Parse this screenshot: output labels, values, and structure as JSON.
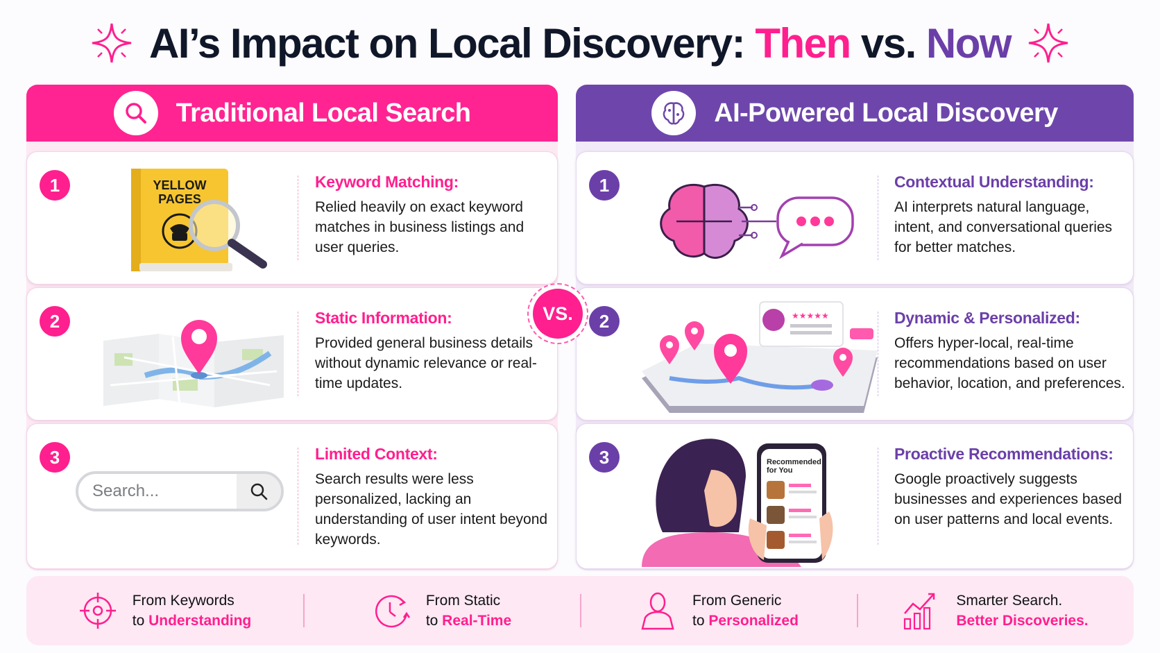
{
  "header": {
    "title_main": "AI’s Impact on Local Discovery: ",
    "title_then": "Then",
    "title_vs": " vs. ",
    "title_now": "Now",
    "icons": [
      "sparkle-icon",
      "sparkle-icon"
    ]
  },
  "colors": {
    "pink": "#ff1f8e",
    "purple": "#6b3fa8",
    "navy": "#0f1729",
    "left_panel_bg": "#fde9f3",
    "right_panel_bg": "#f1eaf8",
    "bottom_bar_bg": "#fde8f4"
  },
  "left": {
    "header": "Traditional Local Search",
    "header_icon": "search-icon",
    "items": [
      {
        "number": "1",
        "illustration": "yellow-pages-book-with-magnifier",
        "book_label_line1": "YELLOW",
        "book_label_line2": "PAGES",
        "title": "Keyword Matching:",
        "desc": "Relied heavily on exact keyword matches in business listings and user queries."
      },
      {
        "number": "2",
        "illustration": "folded-map-with-pin",
        "title": "Static Information:",
        "desc": "Provided general business details without dynamic relevance or real-time updates."
      },
      {
        "number": "3",
        "illustration": "search-bar",
        "search_placeholder": "Search...",
        "title": "Limited Context:",
        "desc": "Search results were less personalized, lacking an understanding of user intent beyond keywords."
      }
    ]
  },
  "vs_label": "VS.",
  "right": {
    "header": "AI-Powered Local Discovery",
    "header_icon": "brain-icon",
    "items": [
      {
        "number": "1",
        "illustration": "brain-with-chat-bubble",
        "title": "Contextual Understanding:",
        "desc": "AI interprets natural language, intent, and conversational queries for better matches."
      },
      {
        "number": "2",
        "illustration": "3d-map-with-pins-and-review-card",
        "title": "Dynamic & Personalized:",
        "desc": "Offers hyper-local, real-time recommendations based on user behavior, location, and preferences."
      },
      {
        "number": "3",
        "illustration": "woman-holding-phone",
        "phone_heading_line1": "Recommended",
        "phone_heading_line2": "for You",
        "title": "Proactive Recommendations:",
        "desc": "Google proactively suggests businesses and experiences based on user patterns and local events."
      }
    ]
  },
  "bottom_bar": [
    {
      "icon": "target-icon",
      "line1": "From Keywords",
      "prefix": "to ",
      "highlight": "Understanding"
    },
    {
      "icon": "clock-refresh-icon",
      "line1": "From Static",
      "prefix": "to ",
      "highlight": "Real-Time"
    },
    {
      "icon": "user-icon",
      "line1": "From Generic",
      "prefix": "to ",
      "highlight": "Personalized"
    },
    {
      "icon": "growth-chart-icon",
      "line1": "Smarter Search.",
      "prefix": "",
      "highlight": "Better Discoveries."
    }
  ]
}
